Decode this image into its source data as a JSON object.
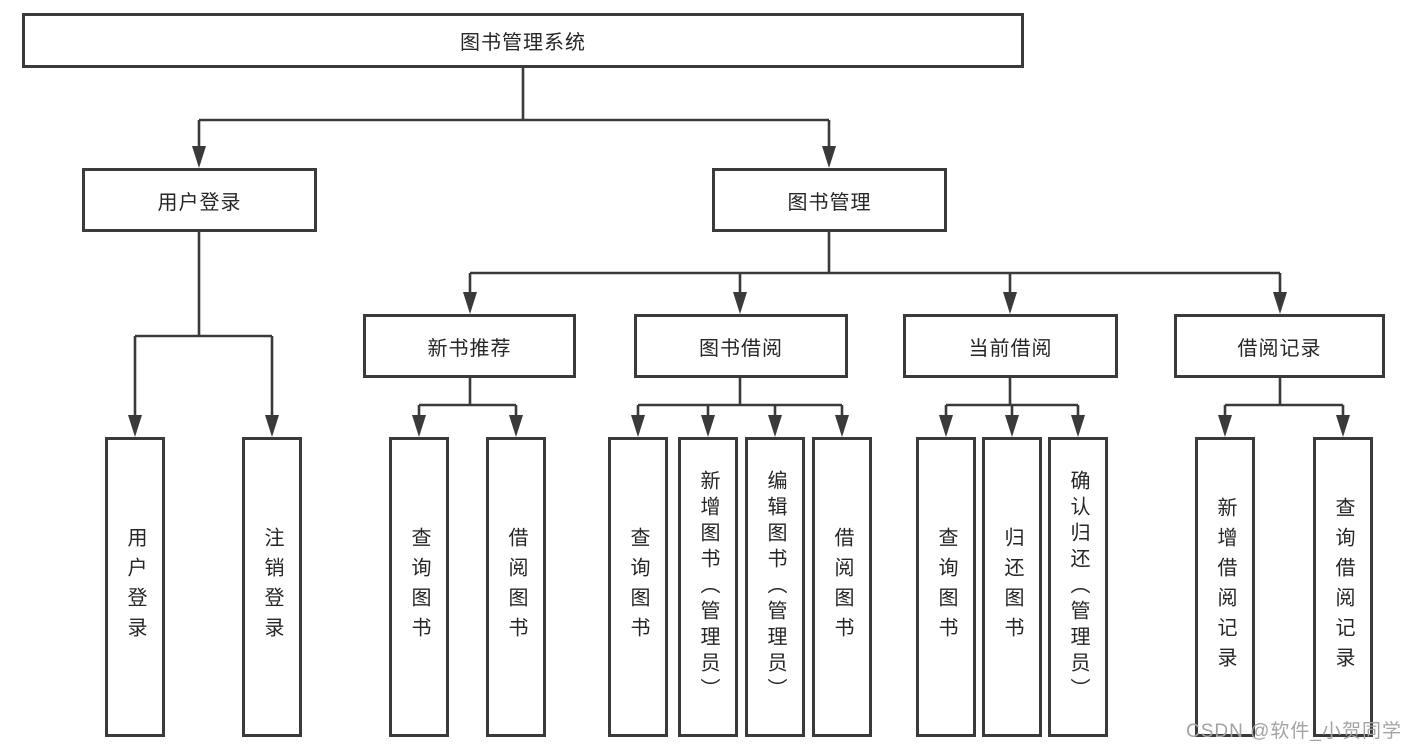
{
  "tree": {
    "root": {
      "label": "图书管理系统",
      "children": [
        {
          "label": "用户登录",
          "children": [
            {
              "label": "用户登录"
            },
            {
              "label": "注销登录"
            }
          ]
        },
        {
          "label": "图书管理",
          "children": [
            {
              "label": "新书推荐",
              "children": [
                {
                  "label": "查询图书"
                },
                {
                  "label": "借阅图书"
                }
              ]
            },
            {
              "label": "图书借阅",
              "children": [
                {
                  "label": "查询图书"
                },
                {
                  "label": "新增图书（管理员）"
                },
                {
                  "label": "编辑图书（管理员）"
                },
                {
                  "label": "借阅图书"
                }
              ]
            },
            {
              "label": "当前借阅",
              "children": [
                {
                  "label": "查询图书"
                },
                {
                  "label": "归还图书"
                },
                {
                  "label": "确认归还（管理员）"
                }
              ]
            },
            {
              "label": "借阅记录",
              "children": [
                {
                  "label": "新增借阅记录"
                },
                {
                  "label": "查询借阅记录"
                }
              ]
            }
          ]
        }
      ]
    }
  },
  "watermark": {
    "text": "CSDN @软件_小贺同学"
  },
  "colors": {
    "line": "#3a3a3a",
    "box_border": "#3a3a3a",
    "text": "#262626",
    "background": "#ffffff",
    "watermark": "#a3a3a3"
  }
}
